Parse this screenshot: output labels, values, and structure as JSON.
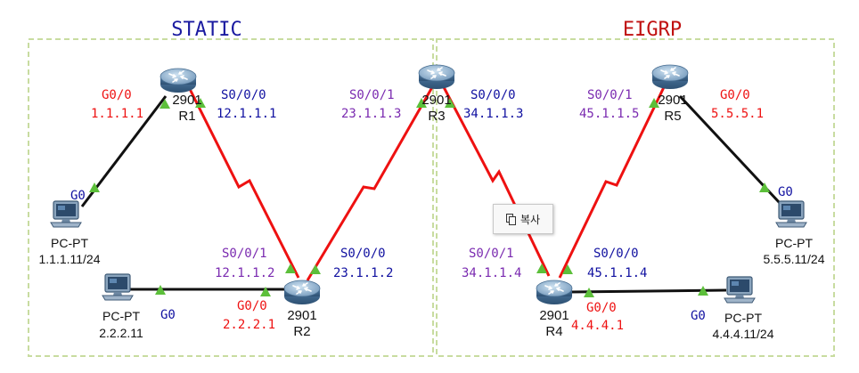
{
  "areas": {
    "static_title": "STATIC",
    "eigrp_title": "EIGRP"
  },
  "colors": {
    "area_border": "#c8dca0",
    "serial_link": "#ee1111",
    "ethernet_link": "#111111",
    "port_marker": "#5cbf3a",
    "g0_label": "#1010a0",
    "g00_label": "#ee1111",
    "serial_label": "#7a2ab0",
    "static_title": "#1a1aa0",
    "eigrp_title": "#c01010"
  },
  "routers": {
    "r1": {
      "model": "2901",
      "name": "R1"
    },
    "r2": {
      "model": "2901",
      "name": "R2"
    },
    "r3": {
      "model": "2901",
      "name": "R3"
    },
    "r4": {
      "model": "2901",
      "name": "R4"
    },
    "r5": {
      "model": "2901",
      "name": "R5"
    }
  },
  "pcs": {
    "pc1": {
      "type": "PC-PT",
      "ip": "1.1.1.11/24",
      "port": "G0"
    },
    "pc2": {
      "type": "PC-PT",
      "ip": "2.2.2.11",
      "port": "G0"
    },
    "pc4": {
      "type": "PC-PT",
      "ip": "4.4.4.11/24",
      "port": "G0"
    },
    "pc5": {
      "type": "PC-PT",
      "ip": "5.5.5.11/24",
      "port": "G0"
    }
  },
  "interfaces": {
    "r1_g": {
      "name": "G0/0",
      "ip": "1.1.1.1"
    },
    "r1_s": {
      "name": "S0/0/0",
      "ip": "12.1.1.1"
    },
    "r2_s1": {
      "name": "S0/0/1",
      "ip": "12.1.1.2"
    },
    "r2_s0": {
      "name": "S0/0/0",
      "ip": "23.1.1.2"
    },
    "r2_g": {
      "name": "G0/0",
      "ip": "2.2.2.1"
    },
    "r3_s1": {
      "name": "S0/0/1",
      "ip": "23.1.1.3"
    },
    "r3_s0": {
      "name": "S0/0/0",
      "ip": "34.1.1.3"
    },
    "r4_s1": {
      "name": "S0/0/1",
      "ip": "34.1.1.4"
    },
    "r4_s0": {
      "name": "S0/0/0",
      "ip": "45.1.1.4"
    },
    "r4_g": {
      "name": "G0/0",
      "ip": "4.4.4.1"
    },
    "r5_s1": {
      "name": "S0/0/1",
      "ip": "45.1.1.5"
    },
    "r5_g": {
      "name": "G0/0",
      "ip": "5.5.5.1"
    }
  },
  "context_menu": {
    "copy_label": "복사",
    "icon": "copy-icon"
  }
}
